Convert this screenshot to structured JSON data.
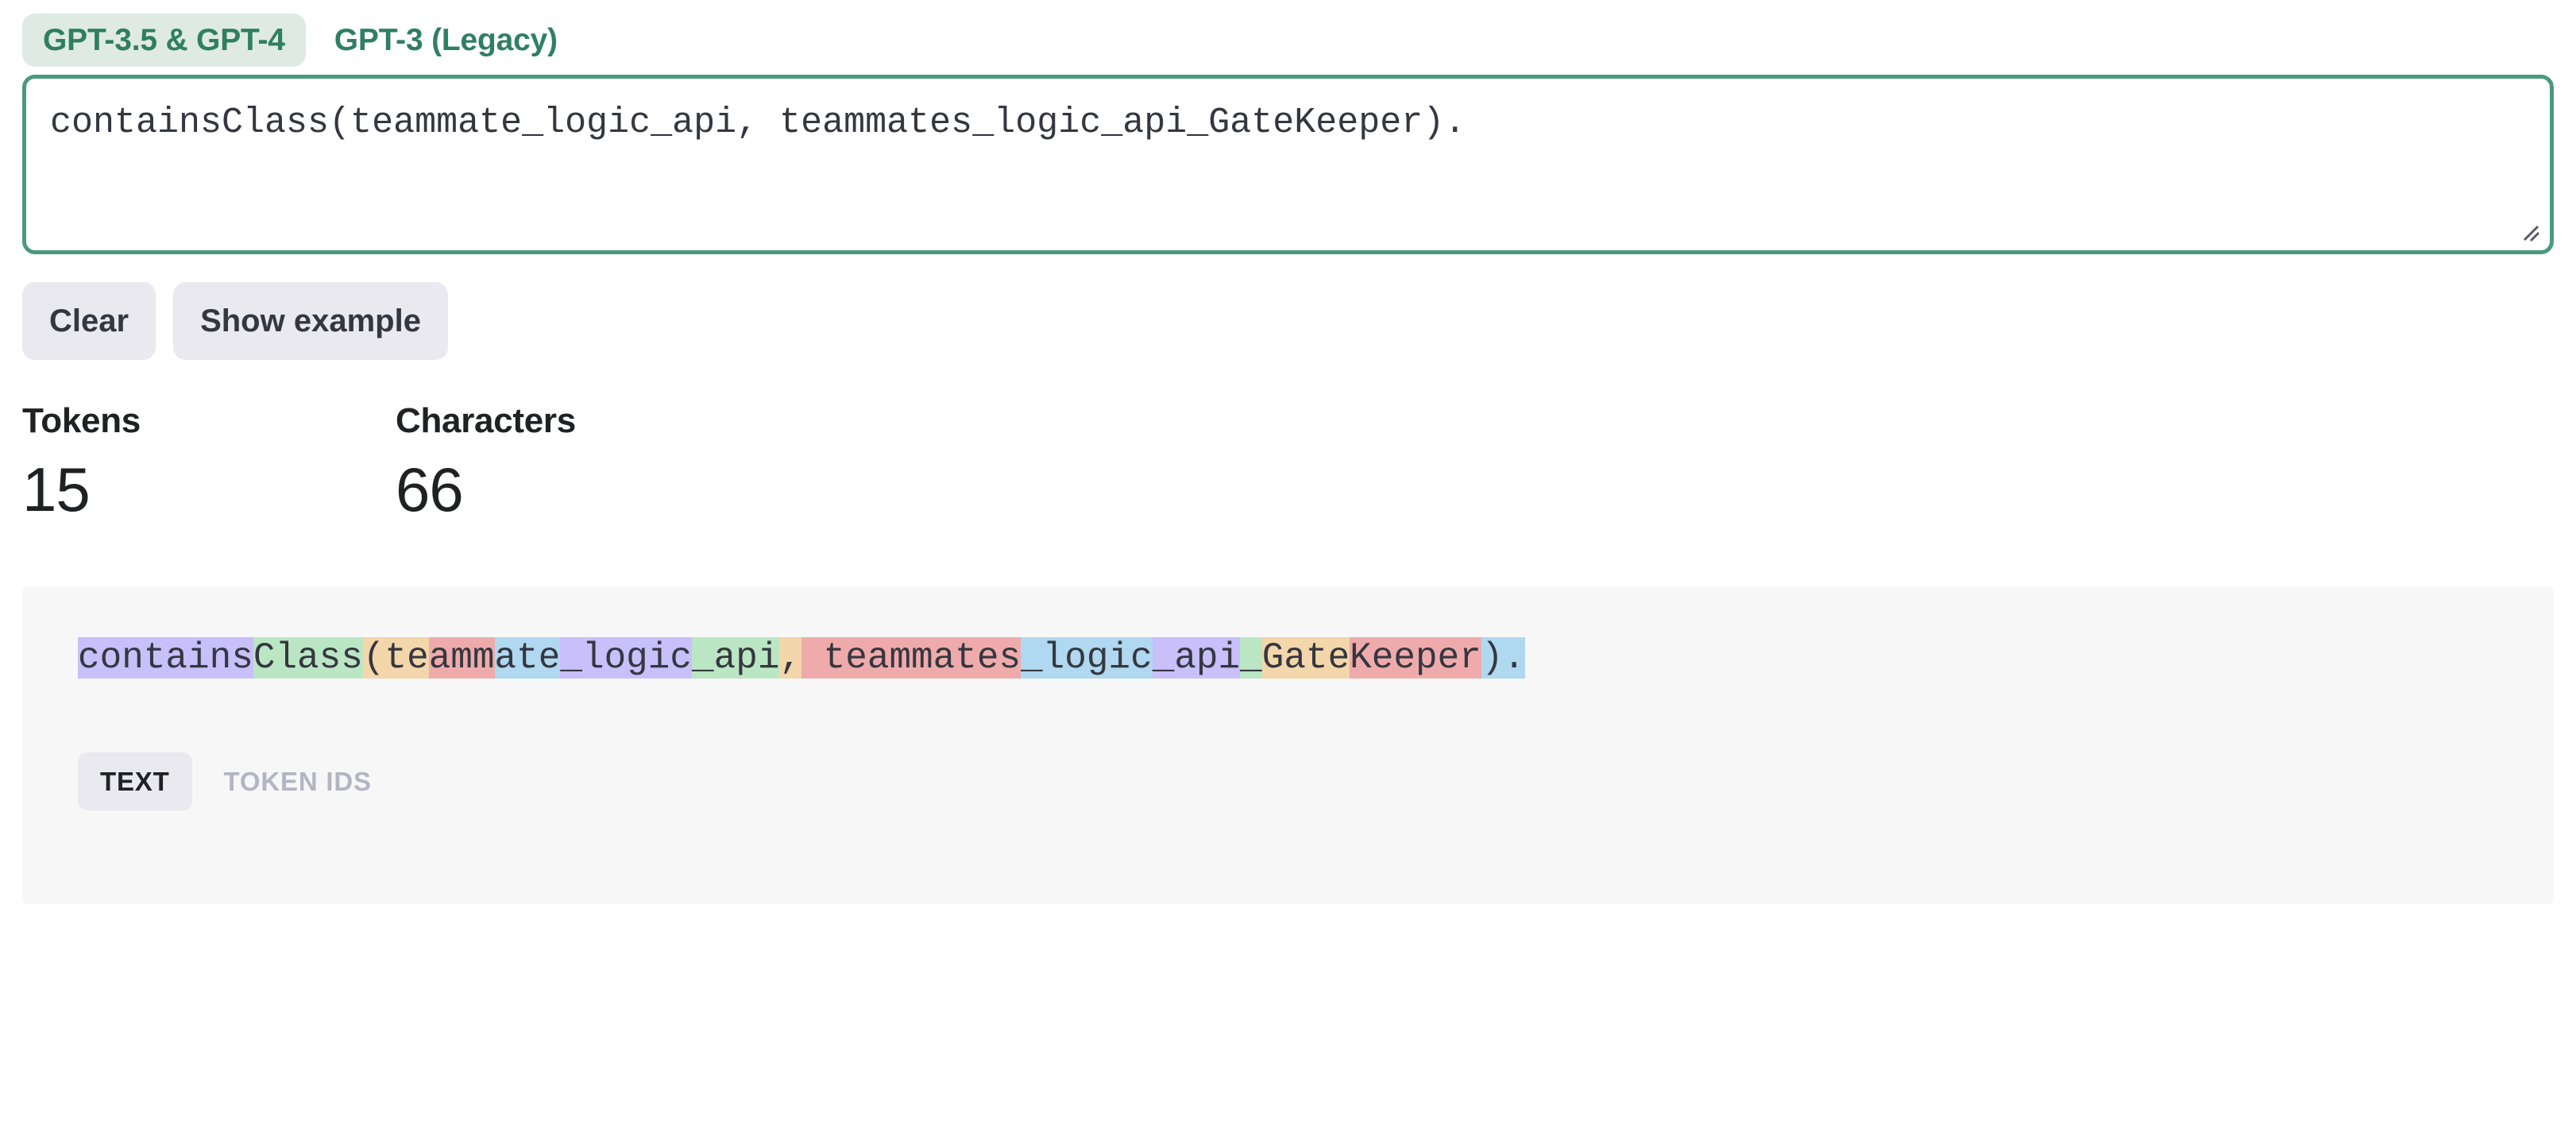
{
  "model_tabs": [
    {
      "label": "GPT-3.5 & GPT-4",
      "active": true
    },
    {
      "label": "GPT-3 (Legacy)",
      "active": false
    }
  ],
  "input": {
    "value": "containsClass(teammate_logic_api, teammates_logic_api_GateKeeper).",
    "placeholder": "",
    "border_color": "#4a9b7a",
    "resize_handle": "resize-grip-icon"
  },
  "actions": {
    "clear_label": "Clear",
    "show_example_label": "Show example"
  },
  "stats": [
    {
      "label": "Tokens",
      "value": "15"
    },
    {
      "label": "Characters",
      "value": "66"
    }
  ],
  "results": {
    "view_tabs": [
      {
        "label": "TEXT",
        "active": true
      },
      {
        "label": "TOKEN IDS",
        "active": false
      }
    ],
    "palette": {
      "purple": "#c8bffb",
      "green": "#bbe6c4",
      "orange": "#f3d6aa",
      "red": "#efabab",
      "blue": "#b0d8f0"
    },
    "tokens": [
      {
        "text": "contains",
        "color": "#c8bffb"
      },
      {
        "text": "Class",
        "color": "#bbe6c4"
      },
      {
        "text": "(te",
        "color": "#f3d6aa"
      },
      {
        "text": "amm",
        "color": "#efabab"
      },
      {
        "text": "ate",
        "color": "#b0d8f0"
      },
      {
        "text": "_logic",
        "color": "#c8bffb"
      },
      {
        "text": "_api",
        "color": "#bbe6c4"
      },
      {
        "text": ",",
        "color": "#f3d6aa"
      },
      {
        "text": " teammates",
        "color": "#efabab"
      },
      {
        "text": "_logic",
        "color": "#b0d8f0"
      },
      {
        "text": "_api",
        "color": "#c8bffb"
      },
      {
        "text": "_",
        "color": "#bbe6c4"
      },
      {
        "text": "Gate",
        "color": "#f3d6aa"
      },
      {
        "text": "Keeper",
        "color": "#efabab"
      },
      {
        "text": ").",
        "color": "#b0d8f0"
      }
    ]
  }
}
